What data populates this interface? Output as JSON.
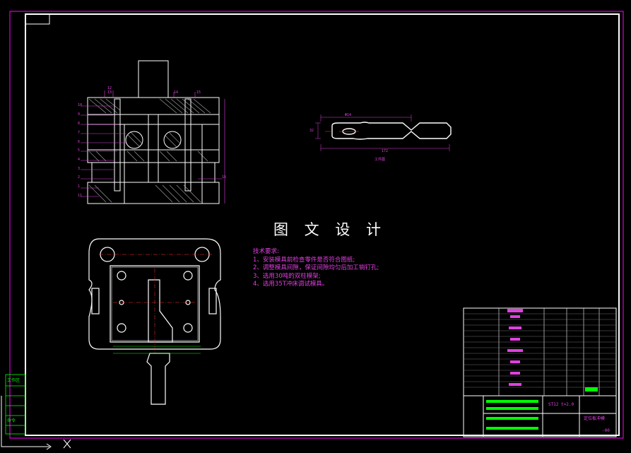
{
  "watermark": "图 文 设 计",
  "tech_requirements": {
    "title": "技术要求:",
    "items": [
      "1、安装模具前检查零件是否符合图纸;",
      "2、调整模具间隙，保证间隙均匀后加工销钉孔;",
      "3、选用30吨的双柱模架;",
      "4、选用35T冲床调试模具。"
    ]
  },
  "title_block": {
    "material_thickness": "ST12 t=2.0",
    "drawing_name": "定位板冲模",
    "drawing_number": "-00"
  },
  "part_caption": "工件图",
  "part_dims": {
    "length_top": "Φ14",
    "length_bottom": "172",
    "height_left": "32"
  },
  "section_callouts": [
    "12",
    "13",
    "14",
    "15",
    "1",
    "2",
    "3",
    "4",
    "5",
    "6",
    "7",
    "8",
    "9",
    "10",
    "11",
    "16"
  ],
  "colors": {
    "outline": "#ffffff",
    "dimension": "#e040e0",
    "centerline": "#ff3030",
    "hatch": "#ffffff",
    "ruler": "#00ff00",
    "frame": "#ff00ff",
    "sheet_border": "#ffffff"
  },
  "sidebar_labels": [
    "工作区",
    "命令"
  ]
}
